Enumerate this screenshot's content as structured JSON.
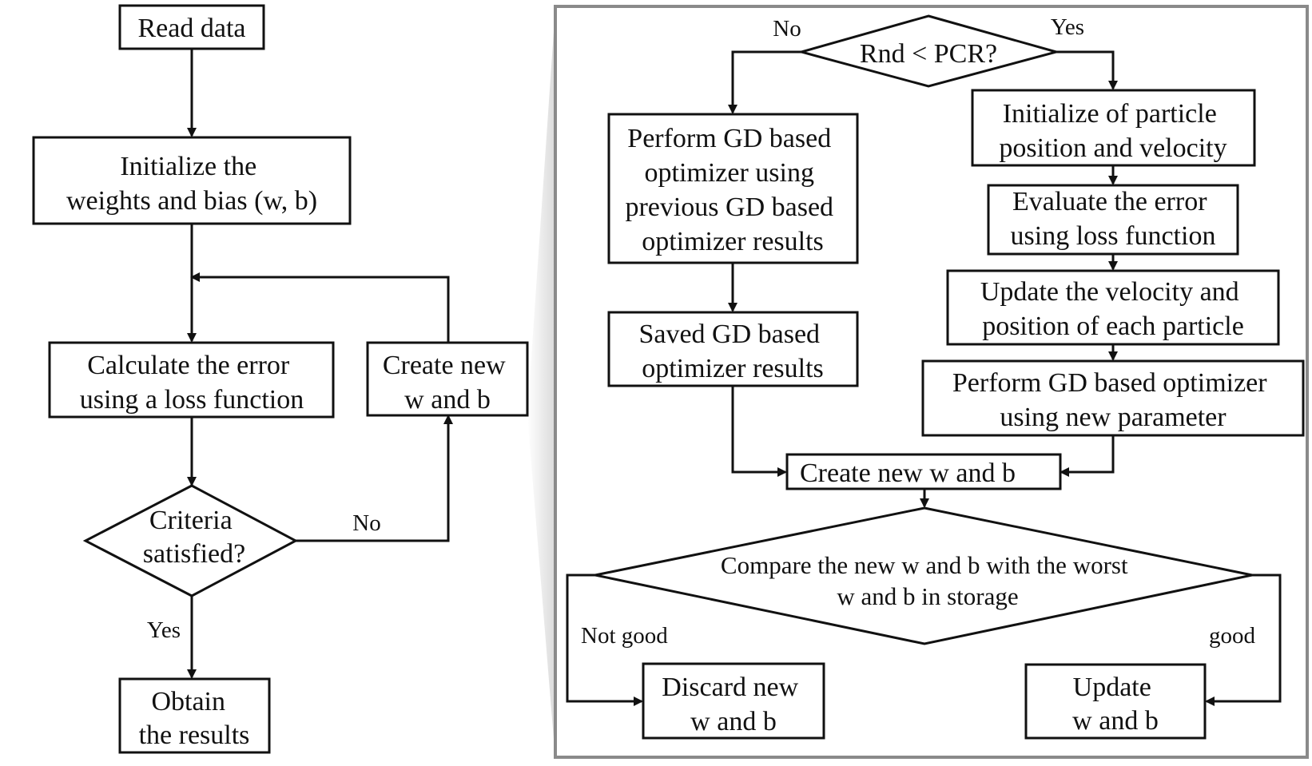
{
  "left_flow": {
    "read_data": "Read data",
    "initialize": [
      "Initialize the",
      "weights and bias (w, b)"
    ],
    "calculate_error": [
      "Calculate the error",
      "using a loss function"
    ],
    "create_new": [
      "Create new",
      "w and b"
    ],
    "criteria": [
      "Criteria",
      "satisfied?"
    ],
    "obtain": [
      "Obtain",
      "the results"
    ],
    "no_label": "No",
    "yes_label": "Yes"
  },
  "right_flow": {
    "rnd_pcr": "Rnd < PCR?",
    "no_label": "No",
    "yes_label": "Yes",
    "perform_gd_previous": [
      "Perform GD based",
      "optimizer using",
      "previous GD based",
      "optimizer results"
    ],
    "saved_gd": [
      "Saved GD based",
      "optimizer results"
    ],
    "init_particle": [
      "Initialize of particle",
      "position and velocity"
    ],
    "evaluate_error": [
      "Evaluate the error",
      "using loss function"
    ],
    "update_velocity": [
      "Update the velocity and",
      "position of each particle"
    ],
    "perform_gd_new": [
      "Perform GD based optimizer",
      "using new parameter"
    ],
    "create_new": "Create new w and b",
    "compare": [
      "Compare the new w and b with the worst",
      "w and b in storage"
    ],
    "not_good_label": "Not good",
    "good_label": "good",
    "discard": [
      "Discard new",
      "w and b"
    ],
    "update": [
      "Update",
      "w and b"
    ]
  }
}
